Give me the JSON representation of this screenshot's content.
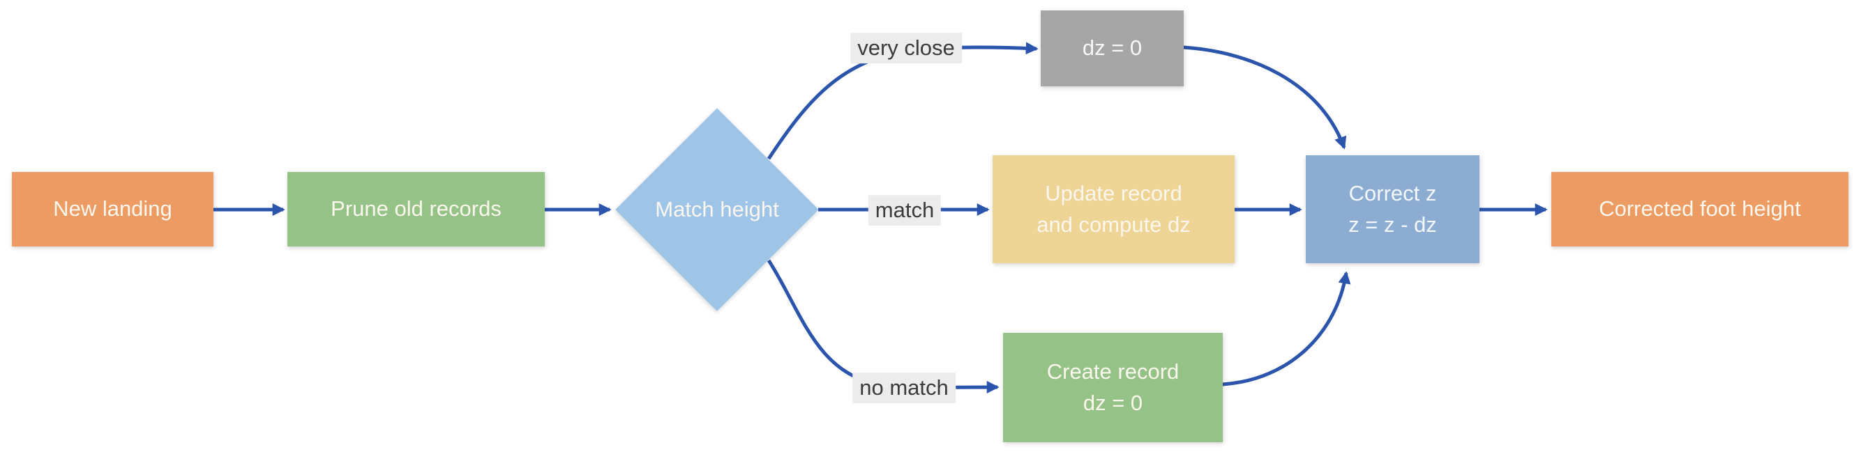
{
  "diagram": {
    "nodes": {
      "new_landing": {
        "label": "New landing",
        "color": "#EC9C63",
        "shape": "rect"
      },
      "prune_old_records": {
        "label": "Prune old records",
        "color": "#95C287",
        "shape": "rect"
      },
      "match_height": {
        "label": "Match height",
        "color": "#9EC4E8",
        "shape": "decision-diamond"
      },
      "dz_zero": {
        "label": "dz = 0",
        "color": "#A6A6A6",
        "shape": "rect"
      },
      "update_record": {
        "line1": "Update record",
        "line2": "and compute dz",
        "color": "#EED495",
        "shape": "rect"
      },
      "create_record": {
        "line1": "Create record",
        "line2": "dz = 0",
        "color": "#95C287",
        "shape": "rect"
      },
      "correct_z": {
        "line1": "Correct z",
        "line2": "z = z - dz",
        "color": "#8CADD1",
        "shape": "rect"
      },
      "corrected_foot_height": {
        "label": "Corrected foot height",
        "color": "#EC9C63",
        "shape": "rect"
      }
    },
    "edge_labels": {
      "very_close": "very close",
      "match": "match",
      "no_match": "no match"
    },
    "edges": [
      {
        "from": "new_landing",
        "to": "prune_old_records"
      },
      {
        "from": "prune_old_records",
        "to": "match_height"
      },
      {
        "from": "match_height",
        "to": "dz_zero",
        "label": "very close"
      },
      {
        "from": "match_height",
        "to": "update_record",
        "label": "match"
      },
      {
        "from": "match_height",
        "to": "create_record",
        "label": "no match"
      },
      {
        "from": "dz_zero",
        "to": "correct_z"
      },
      {
        "from": "update_record",
        "to": "correct_z"
      },
      {
        "from": "create_record",
        "to": "correct_z"
      },
      {
        "from": "correct_z",
        "to": "corrected_foot_height"
      }
    ],
    "colors": {
      "background": "#FFFFFF",
      "arrow": "#2B55AD",
      "edge_label_bg": "#ECECEC",
      "edge_label_text": "#3B3B3B",
      "node_text": "#FBF7EE"
    }
  }
}
